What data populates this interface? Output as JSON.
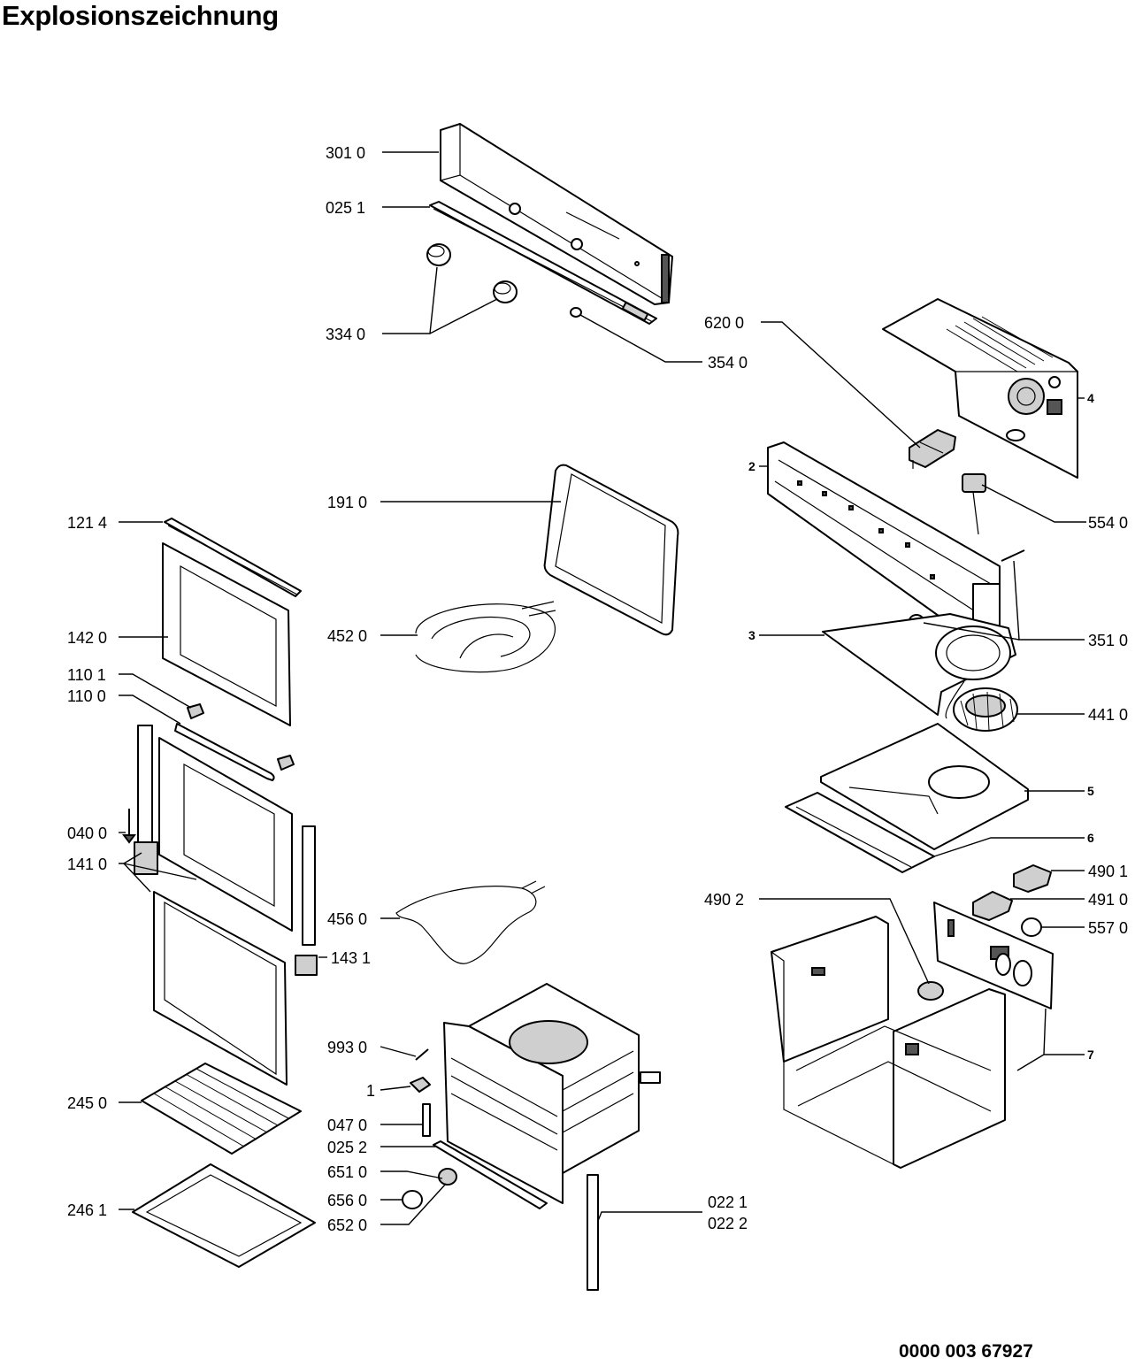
{
  "title": "Explosionszeichnung",
  "footer_code": "0000 003 67927",
  "callouts": {
    "c3010": "301 0",
    "c0251": "025 1",
    "c3340": "334 0",
    "c3540": "354 0",
    "c6200": "620 0",
    "c4": "4",
    "c2": "2",
    "c5540": "554 0",
    "c1910": "191 0",
    "c1214": "121 4",
    "c3510": "351 0",
    "c1420": "142 0",
    "c4520": "452 0",
    "c3": "3",
    "c1101": "110 1",
    "c1100": "110 0",
    "c4410": "441 0",
    "c5": "5",
    "c0400": "040 0",
    "c6": "6",
    "c1410": "141 0",
    "c4901": "490 1",
    "c4902": "490 2",
    "c4910": "491 0",
    "c4560": "456 0",
    "c5570": "557 0",
    "c1431": "143 1",
    "c9930": "993 0",
    "c7": "7",
    "c1": "1",
    "c2450": "245 0",
    "c0470": "047 0",
    "c0252": "025 2",
    "c6510": "651 0",
    "c6560": "656 0",
    "c6520": "652 0",
    "c2461": "246 1",
    "c0221": "022 1",
    "c0222": "022 2"
  }
}
